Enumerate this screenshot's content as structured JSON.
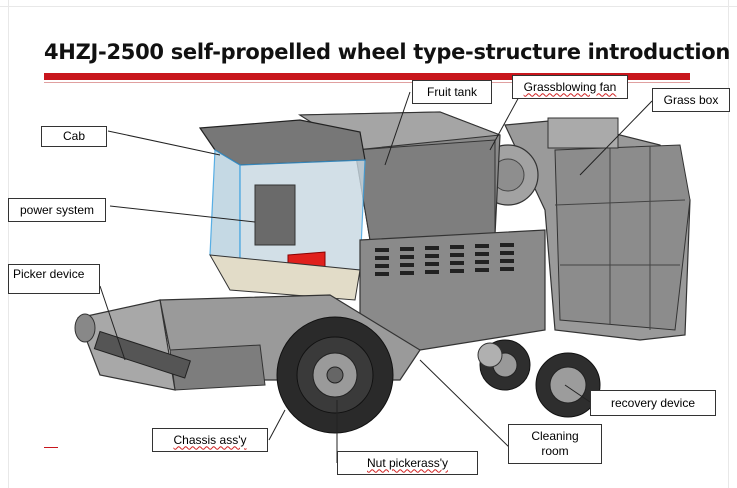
{
  "title": "4HZJ-2500 self-propelled wheel type-structure introduction",
  "labels": {
    "fruit_tank": "Fruit tank",
    "grassblowing_fan": "Grassblowing fan",
    "grass_box": "Grass box",
    "cab": "Cab",
    "power_system": "power system",
    "picker_device": "Picker device",
    "recovery_device": "recovery device",
    "chassis": "Chassis ass'y",
    "cleaning_room": "Cleaning\nroom",
    "nut_picker": "Nut pickerass'y"
  },
  "colors": {
    "title_bar": "#c8161d",
    "body_gray": "#8a8a8a",
    "cab_accent": "#3aa0e0",
    "seat_red": "#e0201c"
  }
}
